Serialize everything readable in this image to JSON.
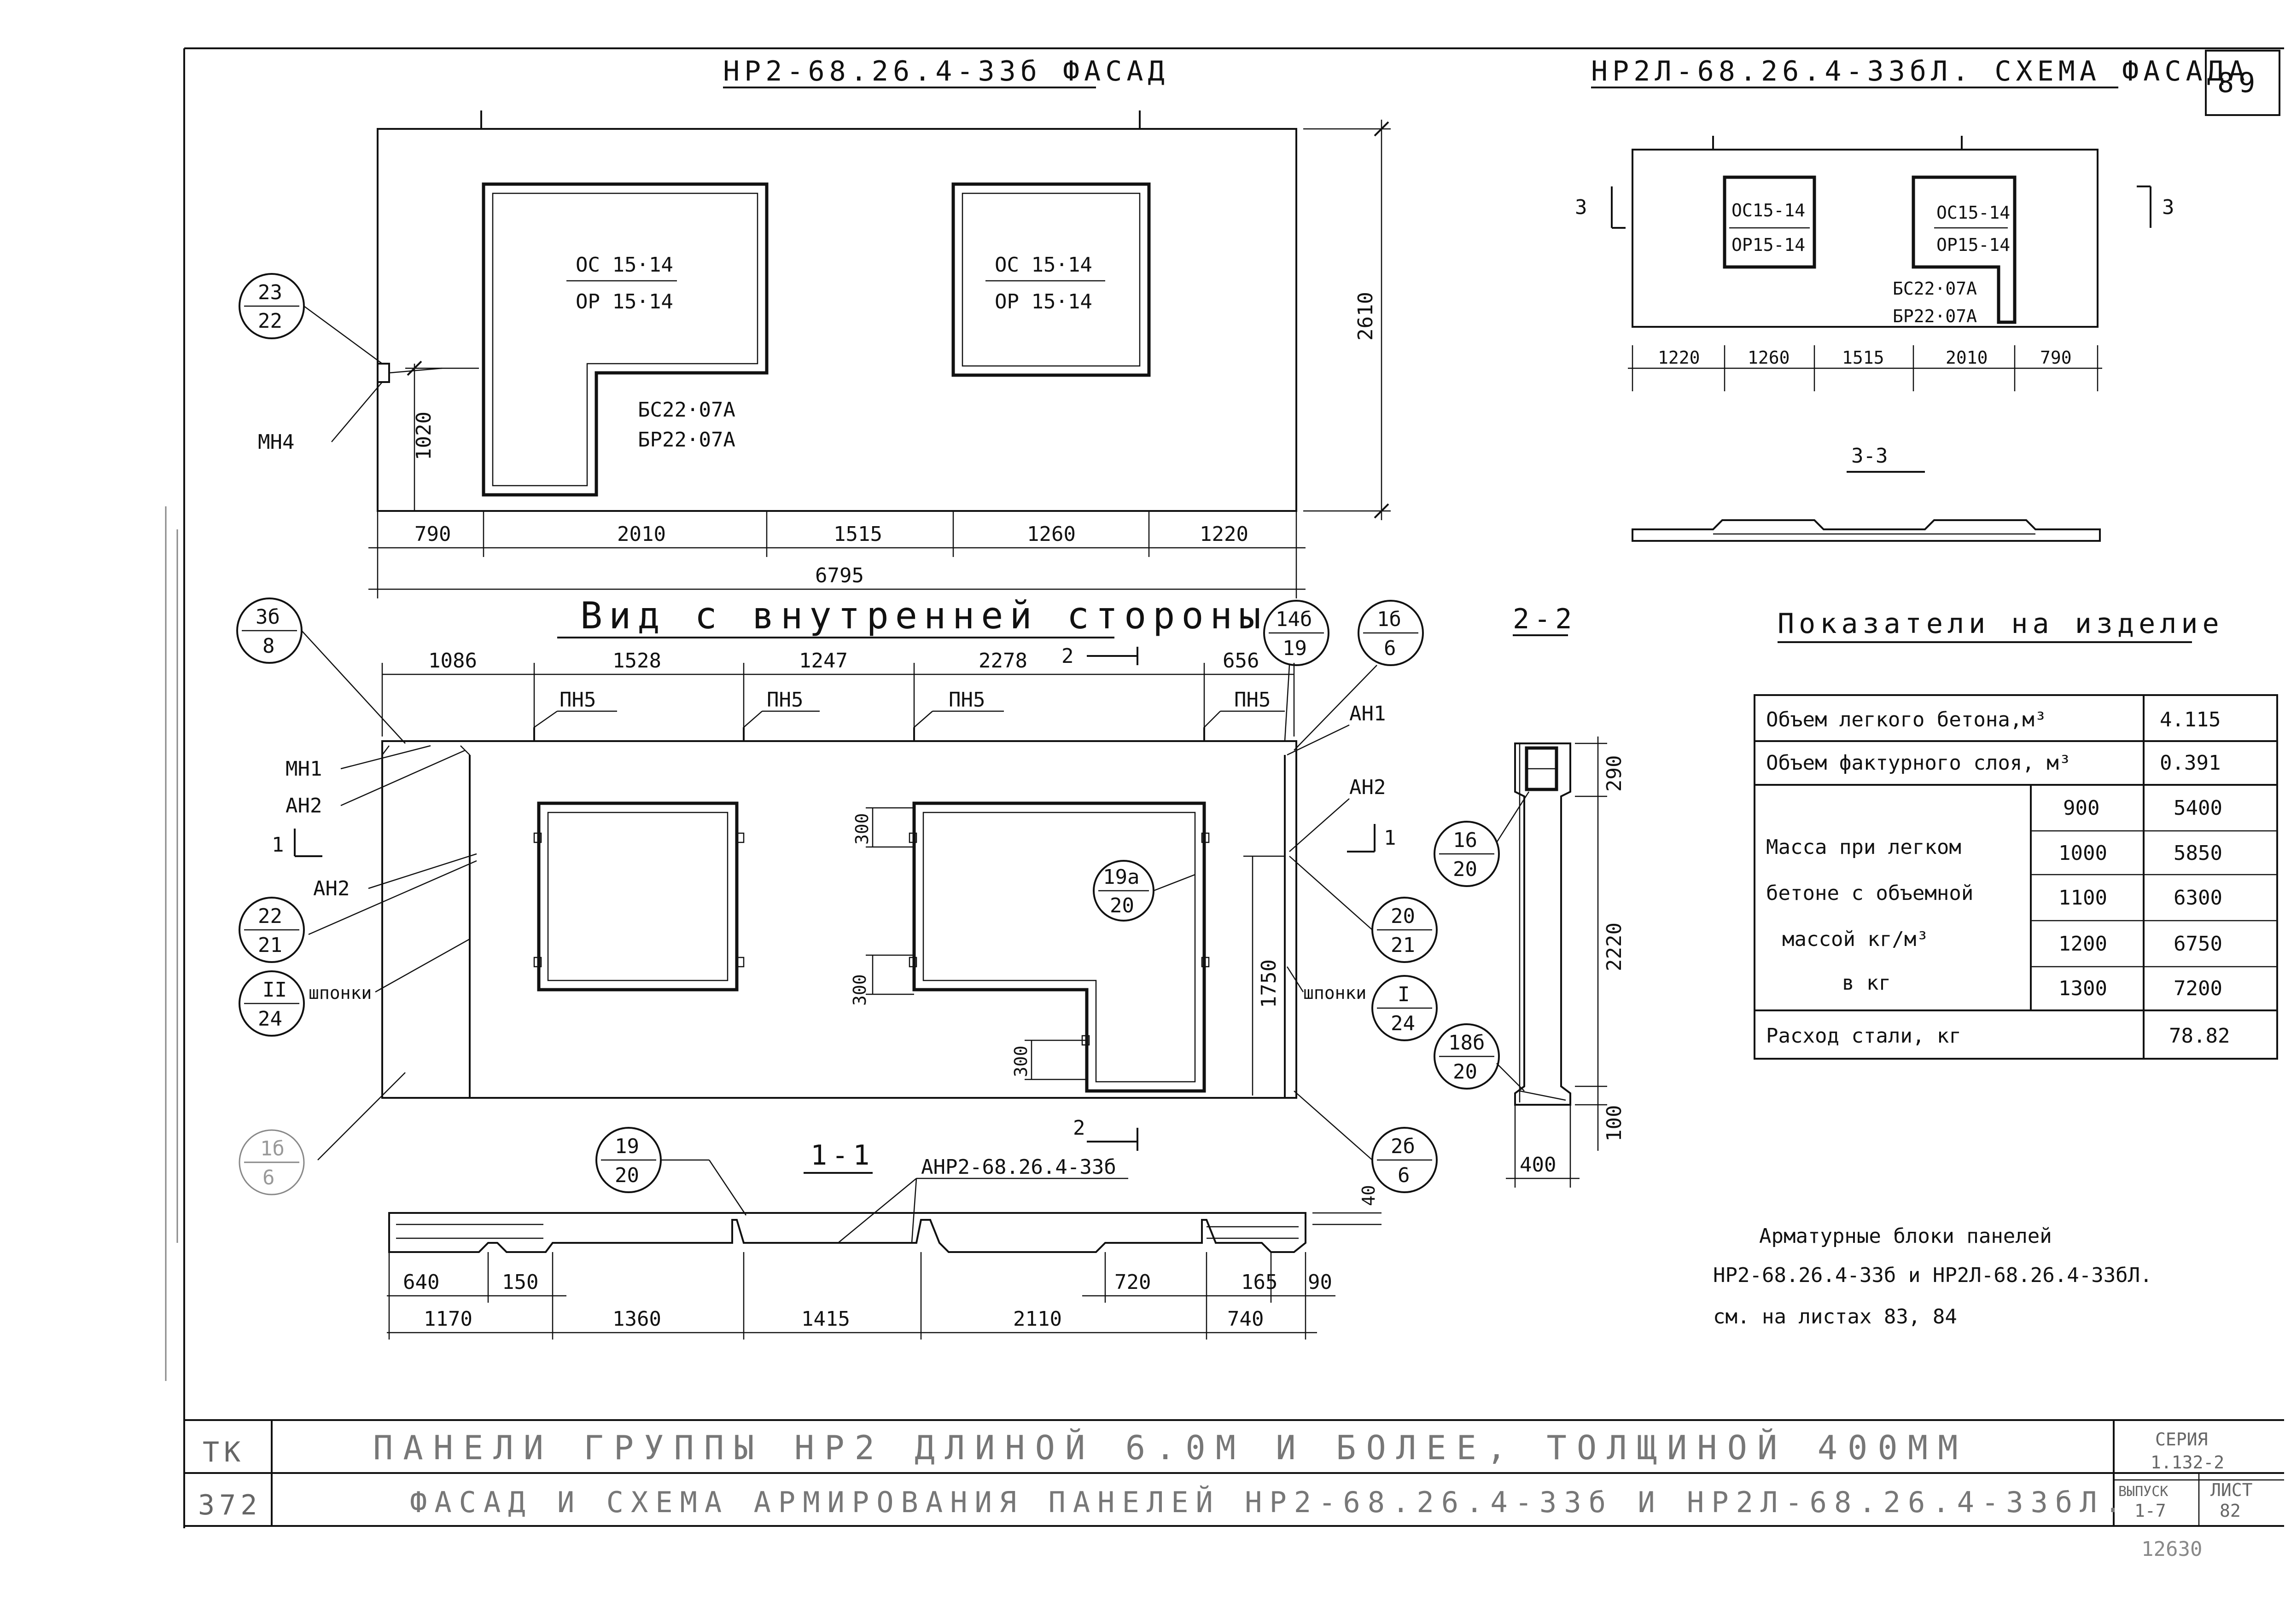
{
  "sheet_number": "89",
  "facade": {
    "title": "НР2-68.26.4-33б ФАСАД",
    "window_left_a": "ОС 15·14",
    "window_left_b": "ОР 15·14",
    "window_right_a": "ОС 15·14",
    "window_right_b": "ОР 15·14",
    "door_a": "БС22·07А",
    "door_b": "БР22·07А",
    "height_dim": "2610",
    "sill_dim": "1020",
    "callout_num": "23",
    "callout_den": "22",
    "label_mn4": "МН4",
    "dims": [
      "790",
      "2010",
      "1515",
      "1260",
      "1220"
    ],
    "total": "6795"
  },
  "scheme": {
    "title": "НР2Л-68.26.4-33бЛ. СХЕМА ФАСАДА",
    "win1_a": "ОС15-14",
    "win1_b": "ОР15-14",
    "win2_a": "ОС15-14",
    "win2_b": "ОР15-14",
    "door_a": "БС22·07А",
    "door_b": "БР22·07А",
    "cut_mark": "3",
    "dims": [
      "1220",
      "1260",
      "1515",
      "2010",
      "790"
    ],
    "section_title": "3-3"
  },
  "inner_view": {
    "title": "Вид с внутренней стороны",
    "dims": [
      "1086",
      "1528",
      "1247",
      "2278",
      "656"
    ],
    "cut2": "2",
    "pn_labels": [
      "ПН5",
      "ПН5",
      "ПН5",
      "ПН5"
    ],
    "label_mn1": "МН1",
    "label_an2_top": "АН2",
    "label_an2_left": "АН2",
    "label_an1_right": "АН1",
    "label_an2_right": "АН2",
    "label_shponki_left": "шпонки",
    "label_shponki_right": "шпонки",
    "cut1": "1",
    "dim_300_a": "300",
    "dim_300_b": "300",
    "dim_300_c": "300",
    "dim_1750": "1750",
    "callouts": {
      "c36_num": "3б",
      "c36_den": "8",
      "c22_num": "22",
      "c22_den": "21",
      "cII_num": "II",
      "cII_den": "24",
      "c19a_num": "19а",
      "c19a_den": "20",
      "c146_num": "14б",
      "c146_den": "19",
      "c16_num": "1б",
      "c16_den": "6",
      "c20_num": "20",
      "c20_den": "21",
      "cI_num": "I",
      "cI_den": "24",
      "c26_num": "2б",
      "c26_den": "6",
      "c19_num": "19",
      "c19_den": "20",
      "cbl_num": "1б",
      "cbl_den": "6"
    }
  },
  "section11": {
    "title": "1-1",
    "label": "АНР2-68.26.4-33б",
    "dim_40": "40",
    "dims_top": [
      "640",
      "150",
      "720",
      "165",
      "90"
    ],
    "dims_bottom": [
      "1170",
      "1360",
      "1415",
      "2110",
      "740"
    ]
  },
  "section22": {
    "title": "2-2",
    "callout_a_num": "16",
    "callout_a_den": "20",
    "callout_b_num": "18б",
    "callout_b_den": "20",
    "dims": [
      "290",
      "2220",
      "100"
    ],
    "width": "400"
  },
  "indicators": {
    "title": "Показатели на изделие",
    "row1_label": "Объем легкого бетона,м³",
    "row1_value": "4.115",
    "row2_label": "Объем фактурного слоя, м³",
    "row2_value": "0.391",
    "mass_label": [
      "Масса при легком",
      "бетоне с объемной",
      "массой кг/м³",
      "в кг"
    ],
    "densities": [
      "900",
      "1000",
      "1100",
      "1200",
      "1300"
    ],
    "masses": [
      "5400",
      "5850",
      "6300",
      "6750",
      "7200"
    ],
    "steel_label": "Расход стали, кг",
    "steel_value": "78.82"
  },
  "note": {
    "line1": "Арматурные блоки панелей",
    "line2": "НР2-68.26.4-33б и НР2Л-68.26.4-33бЛ.",
    "line3": "см. на листах 83, 84"
  },
  "title_block": {
    "code": "ТК",
    "number": "372",
    "line1": "ПАНЕЛИ ГРУППЫ НР2 ДЛИНОЙ 6.0М И БОЛЕЕ, ТОЛЩИНОЙ 400ММ",
    "line2": "ФАСАД И СХЕМА АРМИРОВАНИЯ ПАНЕЛЕЙ НР2-68.26.4-33б И НР2Л-68.26.4-33бЛ.",
    "series_label": "СЕРИЯ",
    "series_value": "1.132-2",
    "issue_label": "ВЫПУСК",
    "issue_value": "1-7",
    "sheet_label": "ЛИСТ",
    "sheet_value": "82",
    "archive_number": "12630"
  }
}
